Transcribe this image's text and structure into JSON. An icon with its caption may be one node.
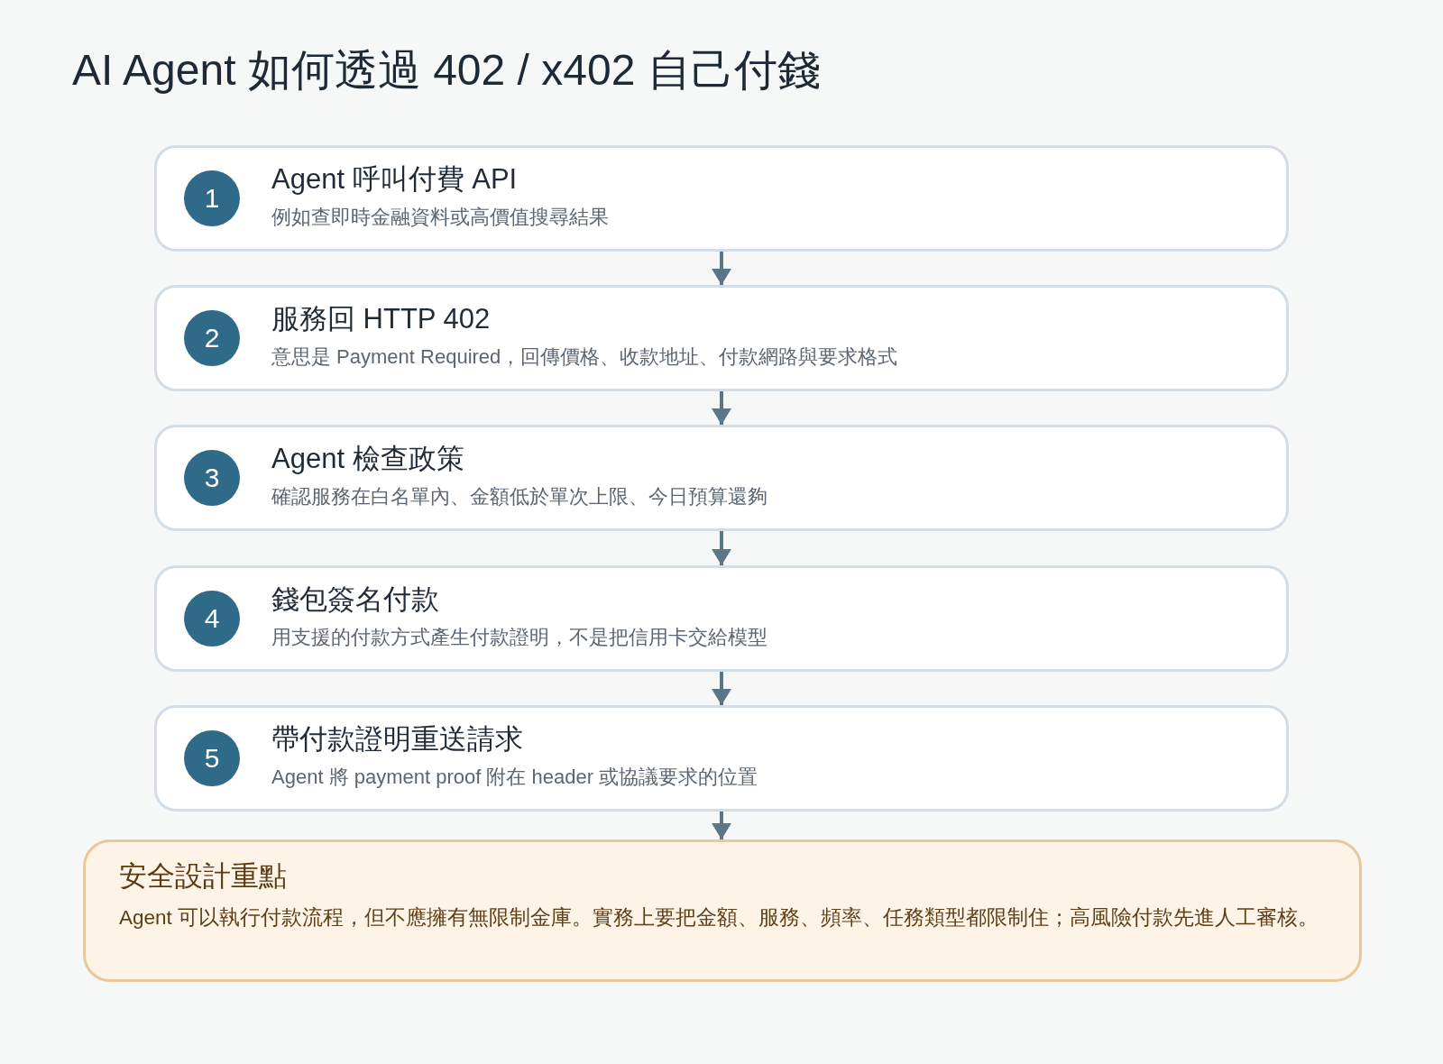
{
  "diagram": {
    "title": "AI Agent 如何透過 402 / x402 自己付錢",
    "nodes": [
      {
        "text": [
          "Agent 呼叫付費 API",
          "例如查即時金融資料或高價值搜尋結果"
        ]
      },
      {
        "text": [
          "1"
        ],
        "in": 0
      },
      {
        "text": [
          "服務回 HTTP 402",
          "意思是 Payment Required，回傳價格、收款地址、付款網路與要求格式"
        ]
      },
      {
        "text": [
          "2"
        ],
        "in": 2
      },
      {
        "text": [
          "Agent 檢查政策",
          "確認服務在白名單內、金額低於單次上限、今日預算還夠"
        ]
      },
      {
        "text": [
          "3"
        ],
        "in": 4
      },
      {
        "text": [
          "錢包簽名付款",
          "用支援的付款方式產生付款證明，不是把信用卡交給模型"
        ]
      },
      {
        "text": [
          "4"
        ],
        "in": 6
      },
      {
        "text": [
          "帶付款證明重送請求",
          "Agent 將 payment proof 附在 header 或協議要求的位置"
        ]
      },
      {
        "text": [
          "5"
        ],
        "in": 8
      },
      {
        "text": [
          "安全設計重點",
          "Agent 可以執行付款流程，但不應擁有無限制金庫。實務上要把金額、服務、頻率、任務類型都限制住；高風險付款先進人工審核。"
        ]
      }
    ],
    "edges": [
      {
        "from": 0,
        "to": 2,
        "arrow": "to"
      },
      {
        "from": 2,
        "to": 4,
        "arrow": "to"
      },
      {
        "from": 4,
        "to": 6,
        "arrow": "to"
      },
      {
        "from": 6,
        "to": 8,
        "arrow": "to"
      },
      {
        "from": 8,
        "to": 10,
        "arrow": "to"
      }
    ]
  }
}
